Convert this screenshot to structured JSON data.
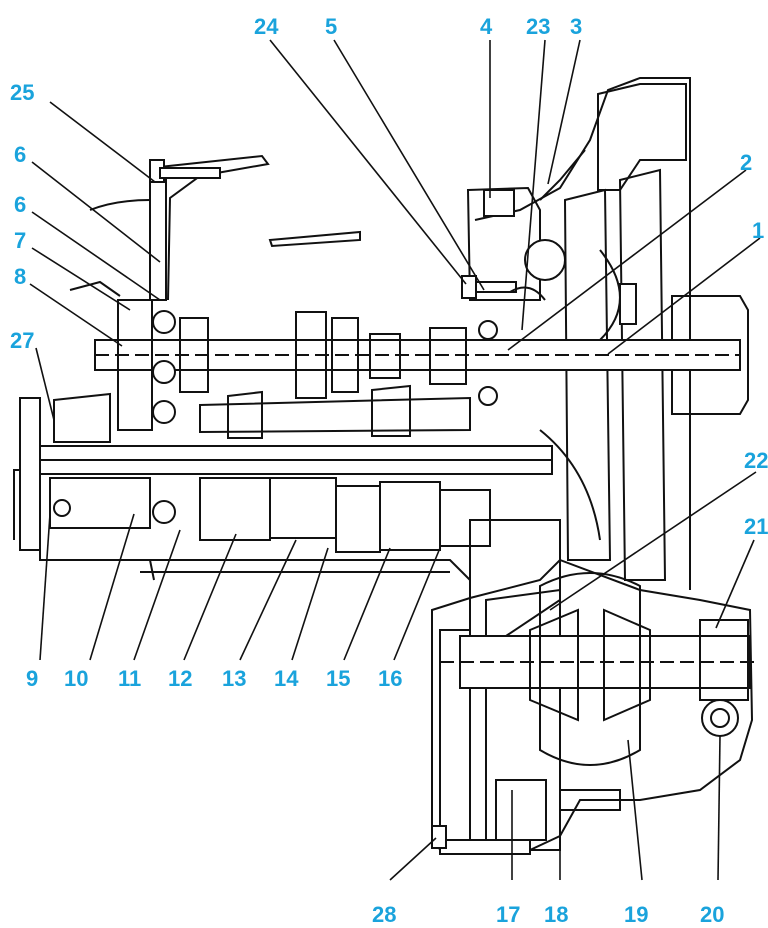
{
  "diagram": {
    "callout_color": "#1aa3dc",
    "labels": {
      "n1": "1",
      "n2": "2",
      "n3": "3",
      "n4": "4",
      "n5": "5",
      "n6a": "6",
      "n6b": "6",
      "n7": "7",
      "n8": "8",
      "n9": "9",
      "n10": "10",
      "n11": "11",
      "n12": "12",
      "n13": "13",
      "n14": "14",
      "n15": "15",
      "n16": "16",
      "n17": "17",
      "n18": "18",
      "n19": "19",
      "n20": "20",
      "n21": "21",
      "n22": "22",
      "n23": "23",
      "n24": "24",
      "n25": "25",
      "n27": "27",
      "n28": "28"
    }
  }
}
